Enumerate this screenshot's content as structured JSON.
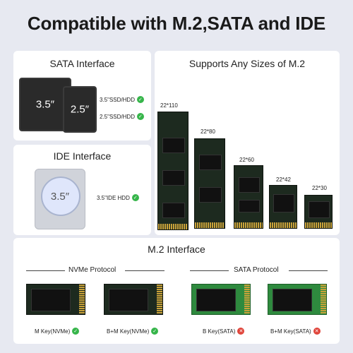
{
  "header": {
    "title": "Compatible with M.2,SATA and IDE"
  },
  "sata": {
    "title": "SATA Interface",
    "ssd35_text": "3.5″",
    "ssd25_text": "2.5″",
    "label35": "3.5\"SSD/HDD",
    "label25": "2.5\"SSD/HDD"
  },
  "ide": {
    "title": "IDE Interface",
    "hdd_text": "3.5″",
    "label": "3.5\"IDE HDD"
  },
  "m2sizes": {
    "title": "Supports Any Sizes of M.2",
    "sizes": [
      "22*110",
      "22*80",
      "22*60",
      "22*42",
      "22*30"
    ]
  },
  "m2iface": {
    "title": "M.2 Interface",
    "nvme_protocol": "NVMe Protocol",
    "sata_protocol": "SATA Protocol",
    "cards": [
      {
        "label": "M Key(NVMe)",
        "supported": true
      },
      {
        "label": "B+M Key(NVMe)",
        "supported": true
      },
      {
        "label": "B Key(SATA)",
        "supported": false
      },
      {
        "label": "B+M Key(SATA)",
        "supported": false
      }
    ]
  },
  "colors": {
    "check": "#36b54a",
    "cross": "#e0453b",
    "background": "#e7e9f1"
  }
}
